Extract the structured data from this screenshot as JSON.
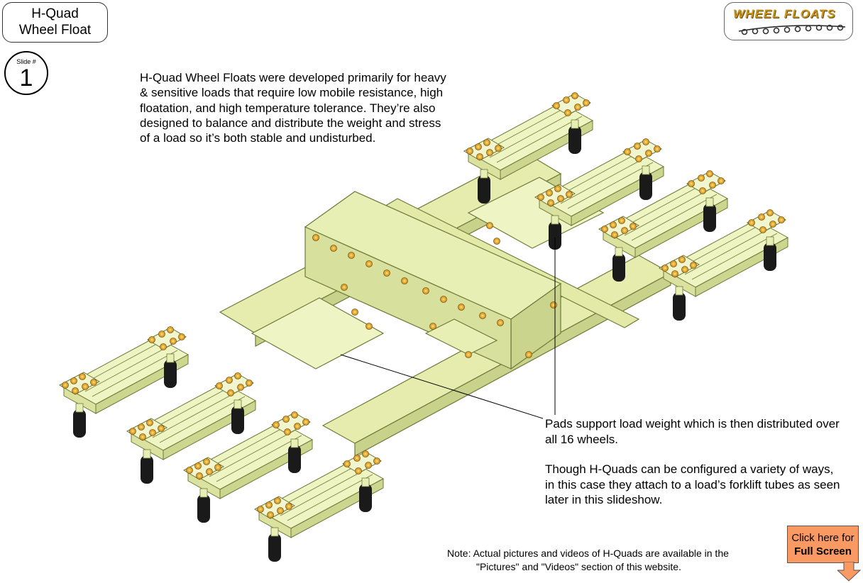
{
  "title": {
    "line1": "H-Quad",
    "line2": "Wheel Float"
  },
  "slide": {
    "label": "Slide #",
    "number": "1"
  },
  "logo": {
    "text": "WHEEL FLOATS",
    "icon": "wheel-floats-logo"
  },
  "intro": "H-Quad Wheel Floats were developed primarily for heavy & sensitive loads that require low mobile resistance, high floatation, and high temperature tolerance.  They’re also designed to balance and distribute the weight and stress of a load so it’s both stable and undisturbed.",
  "callout": {
    "p1": "Pads support load weight which is then distributed over all 16 wheels.",
    "p2": "Though H-Quads can be configured a variety of ways, in this case they attach to a load’s forklift tubes as seen later in this slideshow."
  },
  "note": {
    "line1": "Note: Actual pictures and videos of H-Quads are available in the",
    "line2": "\"Pictures\" and \"Videos\" section of this website."
  },
  "fullscreen": {
    "line1": "Click here for",
    "line2": "Full Screen",
    "icon": "arrow-down-icon"
  },
  "colors": {
    "frame": "#e8efb4",
    "frame_edge": "#6f7a3a",
    "bolt": "#e0a630",
    "wheel": "#1a1a1a",
    "button": "#fa9a62"
  }
}
